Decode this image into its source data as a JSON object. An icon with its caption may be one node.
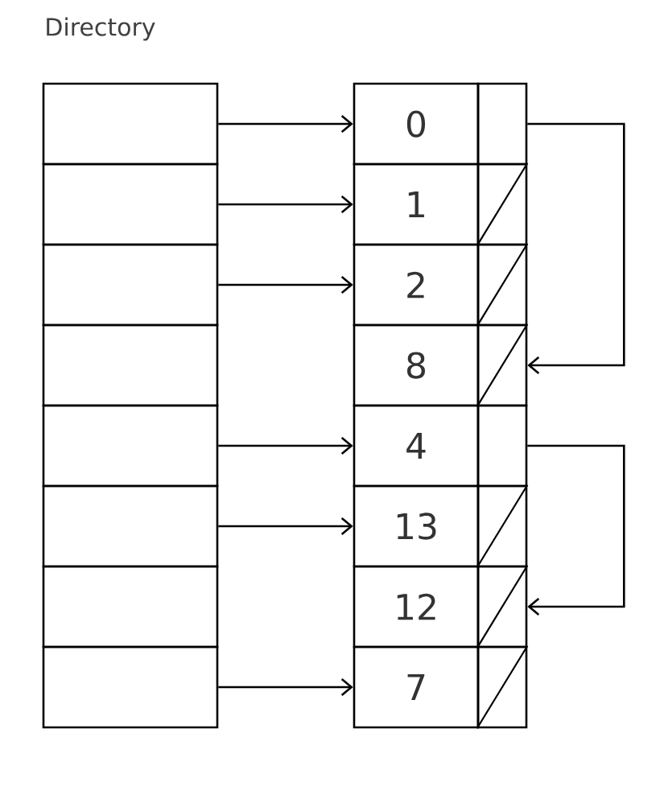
{
  "diagram": {
    "title": "Directory",
    "nodes": [
      {
        "text": [],
        "shape": "box"
      },
      {
        "text": [],
        "shape": "box"
      },
      {
        "text": [],
        "shape": "box"
      },
      {
        "text": [],
        "shape": "box"
      },
      {
        "text": [],
        "shape": "box"
      },
      {
        "text": [],
        "shape": "box"
      },
      {
        "text": [],
        "shape": "box"
      },
      {
        "text": [],
        "shape": "box"
      },
      {
        "text": [
          "0"
        ]
      },
      {
        "text": [
          "1"
        ]
      },
      {
        "text": [
          "2"
        ]
      },
      {
        "text": [
          "8"
        ]
      },
      {
        "text": [
          "4"
        ]
      },
      {
        "text": [
          "13"
        ]
      },
      {
        "text": [
          "12"
        ]
      },
      {
        "text": [
          "7"
        ]
      },
      {
        "text": [],
        "shape": "box"
      },
      {
        "text": [],
        "shape": "box"
      },
      {
        "text": [],
        "shape": "box"
      },
      {
        "text": [],
        "shape": "box"
      },
      {
        "text": [],
        "shape": "box"
      },
      {
        "text": [],
        "shape": "box"
      },
      {
        "text": [],
        "shape": "box"
      },
      {
        "text": [],
        "shape": "box"
      }
    ],
    "edges": [
      {
        "from": 0,
        "to": 8,
        "arrow": "to"
      },
      {
        "from": 1,
        "to": 9,
        "arrow": "to"
      },
      {
        "from": 2,
        "to": 10,
        "arrow": "to"
      },
      {
        "from": 4,
        "to": 12,
        "arrow": "to"
      },
      {
        "from": 5,
        "to": 13,
        "arrow": "to"
      },
      {
        "from": 7,
        "to": 15,
        "arrow": "to"
      },
      {
        "from": 16,
        "to": 19,
        "arrow": "to"
      },
      {
        "from": 20,
        "to": 22,
        "arrow": "to"
      }
    ]
  }
}
